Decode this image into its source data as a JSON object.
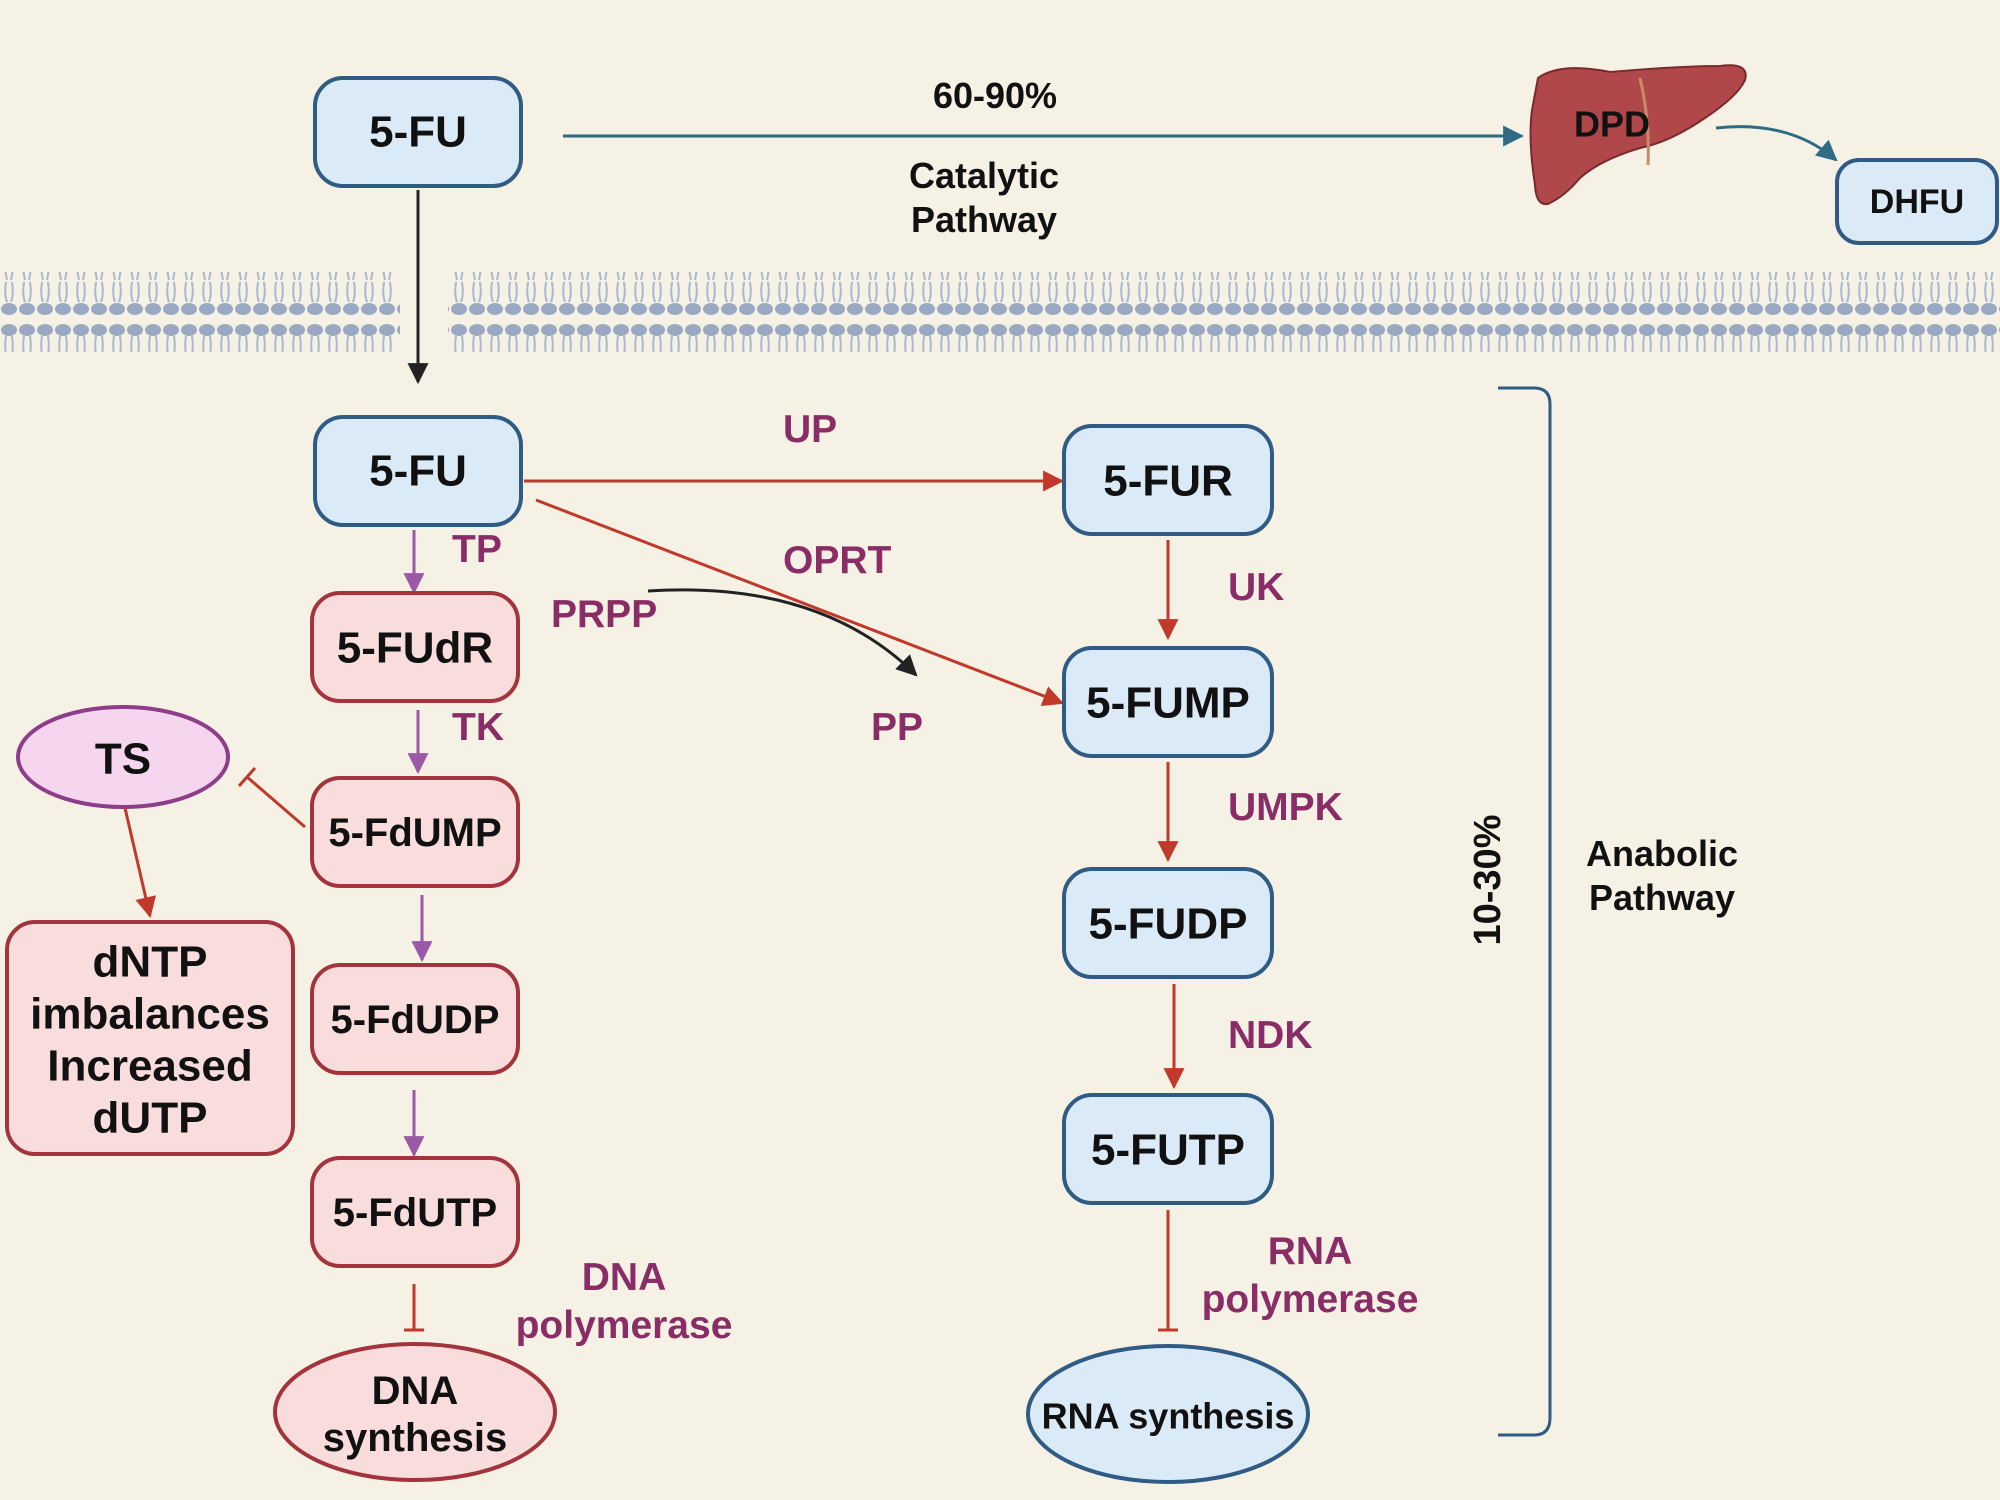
{
  "nodes": {
    "fu_top": "5-FU",
    "fu_inner": "5-FU",
    "dhfu": "DHFU",
    "dpd": "DPD",
    "fur": "5-FUR",
    "fump": "5-FUMP",
    "fudp": "5-FUDP",
    "futp": "5-FUTP",
    "rna_synthesis": "RNA synthesis",
    "fudr": "5-FUdR",
    "fdump": "5-FdUMP",
    "fdudp": "5-FdUDP",
    "fdutp": "5-FdUTP",
    "dna_synthesis": [
      "DNA",
      "synthesis"
    ],
    "ts": "TS",
    "dntp_box": [
      "dNTP",
      "imbalances",
      "Increased",
      "dUTP"
    ]
  },
  "labels": {
    "catalytic_percent": "60-90%",
    "catalytic_pathway": [
      "Catalytic",
      "Pathway"
    ],
    "anabolic_percent": "10-30%",
    "anabolic_pathway": [
      "Anabolic",
      "Pathway"
    ]
  },
  "enzymes": {
    "up": "UP",
    "oprt": "OPRT",
    "tp": "TP",
    "prpp": "PRPP",
    "pp": "PP",
    "uk": "UK",
    "tk": "TK",
    "umpk": "UMPK",
    "ndk": "NDK",
    "rna_polymerase": [
      "RNA",
      "polymerase"
    ],
    "dna_polymerase": [
      "DNA",
      "polymerase"
    ]
  },
  "colors": {
    "background": "#f6f1e5",
    "blue_fill": "#dbeaf7",
    "blue_stroke": "#2f5b84",
    "pink_fill": "#f9dcdc",
    "pink_stroke": "#a3333c",
    "enzyme_text": "#8a2d66",
    "red_arrow": "#c0392b",
    "purple_arrow": "#9b59a8",
    "teal_arrow": "#2f6b85",
    "liver": "#b0474a",
    "membrane": "#9aa9c2"
  },
  "icons": [
    "liver-icon",
    "cell-membrane-icon"
  ]
}
